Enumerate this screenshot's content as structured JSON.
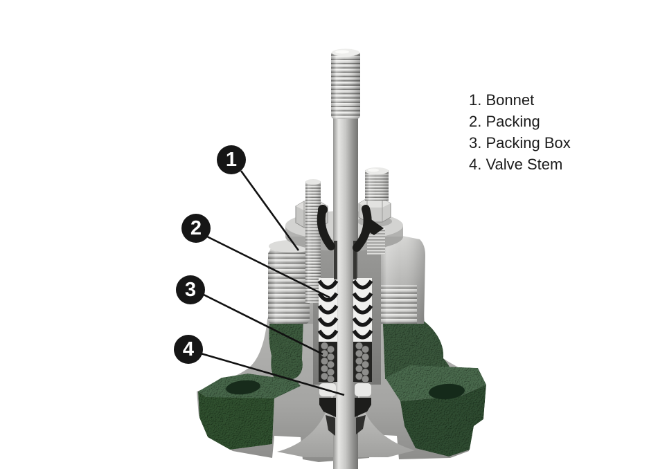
{
  "figure": {
    "kind": "cutaway-illustration",
    "subject": "valve stem packing cross-section",
    "background_color": "#ffffff"
  },
  "legend": {
    "items": [
      {
        "number": "1",
        "label": "Bonnet",
        "text": "1. Bonnet"
      },
      {
        "number": "2",
        "label": "Packing",
        "text": "2. Packing"
      },
      {
        "number": "3",
        "label": "Packing Box",
        "text": "3. Packing Box"
      },
      {
        "number": "4",
        "label": "Valve Stem",
        "text": "4. Valve Stem"
      }
    ]
  },
  "callouts": [
    {
      "number": "1",
      "target": "bonnet"
    },
    {
      "number": "2",
      "target": "packing"
    },
    {
      "number": "3",
      "target": "packing-box"
    },
    {
      "number": "4",
      "target": "valve-stem"
    }
  ],
  "colors": {
    "marker_fill": "#161616",
    "marker_text": "#ffffff",
    "leader_line": "#111111",
    "metal_light": "#e4e4e2",
    "metal_mid": "#b3b3b1",
    "metal_dark": "#7d7d7b",
    "cut_face": "#9a9a98",
    "body_green": "#3a573c",
    "bolt_hole_green": "#16291b",
    "packing_white": "#f0f0ee",
    "gland_black": "#1c1c1c"
  }
}
